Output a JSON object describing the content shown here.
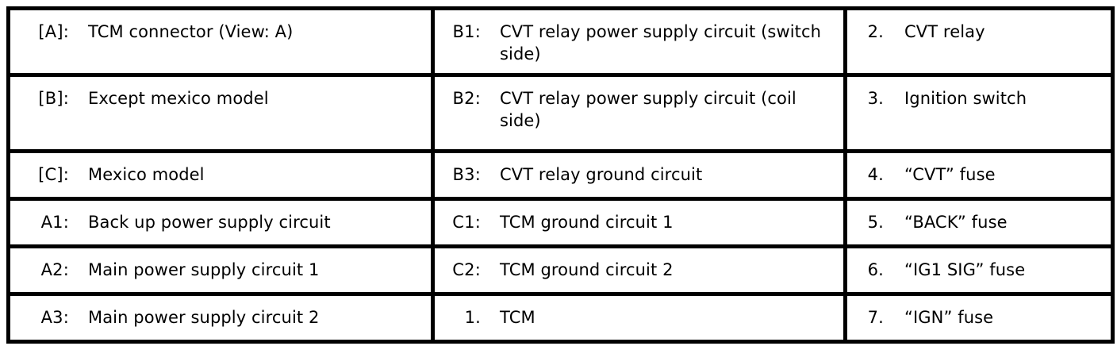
{
  "table": {
    "columns": [
      {
        "name": "column-1"
      },
      {
        "name": "column-2"
      },
      {
        "name": "column-3"
      }
    ],
    "rows": [
      {
        "cells": [
          {
            "key": "[A]:",
            "desc": "TCM connector (View: A)"
          },
          {
            "key": "B1:",
            "desc": "CVT relay power supply circuit (switch side)"
          },
          {
            "key": "2.",
            "desc": "CVT relay"
          }
        ]
      },
      {
        "cells": [
          {
            "key": "[B]:",
            "desc": "Except mexico model"
          },
          {
            "key": "B2:",
            "desc": "CVT relay power supply circuit (coil side)"
          },
          {
            "key": "3.",
            "desc": "Ignition switch"
          }
        ]
      },
      {
        "cells": [
          {
            "key": "[C]:",
            "desc": "Mexico model"
          },
          {
            "key": "B3:",
            "desc": "CVT relay ground circuit"
          },
          {
            "key": "4.",
            "desc": "“CVT” fuse"
          }
        ]
      },
      {
        "cells": [
          {
            "key": "A1:",
            "desc": "Back up power supply circuit"
          },
          {
            "key": "C1:",
            "desc": "TCM ground circuit 1"
          },
          {
            "key": "5.",
            "desc": "“BACK” fuse"
          }
        ]
      },
      {
        "cells": [
          {
            "key": "A2:",
            "desc": "Main power supply circuit 1"
          },
          {
            "key": "C2:",
            "desc": "TCM ground circuit 2"
          },
          {
            "key": "6.",
            "desc": "“IG1 SIG” fuse"
          }
        ]
      },
      {
        "cells": [
          {
            "key": "A3:",
            "desc": "Main power supply circuit 2"
          },
          {
            "key": "1.",
            "desc": "TCM"
          },
          {
            "key": "7.",
            "desc": "“IGN” fuse"
          }
        ]
      }
    ]
  },
  "style": {
    "border_color": "#000000",
    "text_color": "#000000",
    "background_color": "#ffffff"
  }
}
